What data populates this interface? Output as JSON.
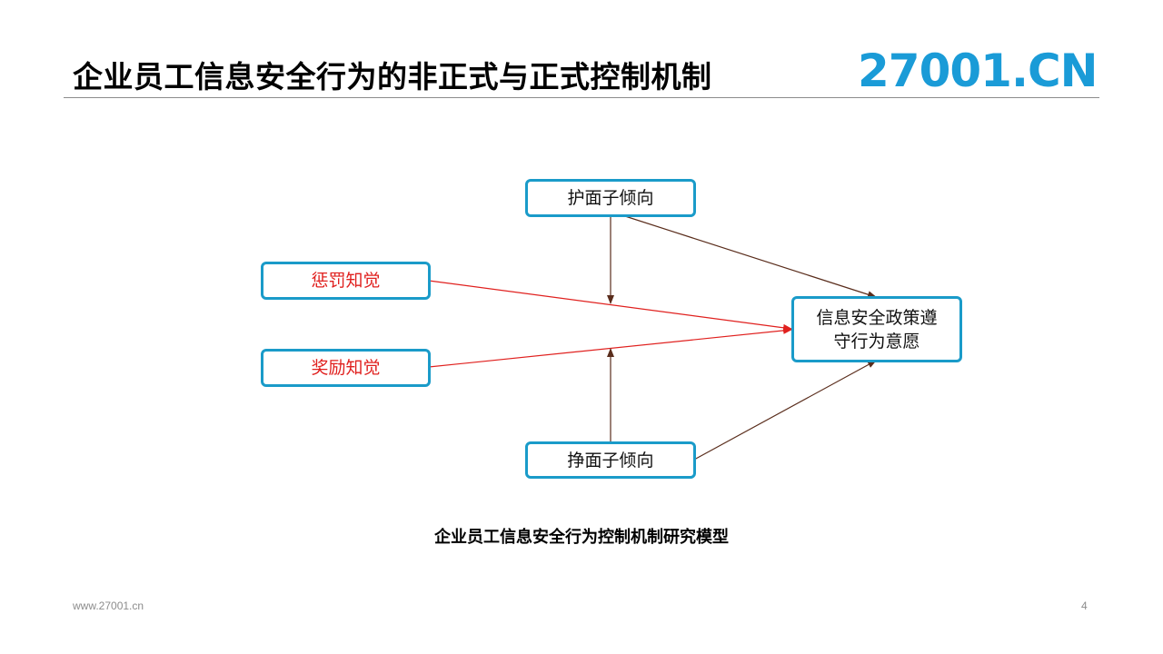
{
  "title": "企业员工信息安全行为的非正式与正式控制机制",
  "logo": "27001.CN",
  "diagram": {
    "nodes": {
      "save_face": "护面子倾向",
      "punishment": "惩罚知觉",
      "reward": "奖励知觉",
      "gain_face": "挣面子倾向",
      "compliance_line1": "信息安全政策遵",
      "compliance_line2": "守行为意愿"
    },
    "caption": "企业员工信息安全行为控制机制研究模型"
  },
  "footer": {
    "url": "www.27001.cn",
    "page": "4"
  },
  "colors": {
    "node_border": "#1a9bc9",
    "logo": "#1a9bd7",
    "red_arrow": "#e0201e",
    "brown_arrow": "#5a2d1c"
  }
}
